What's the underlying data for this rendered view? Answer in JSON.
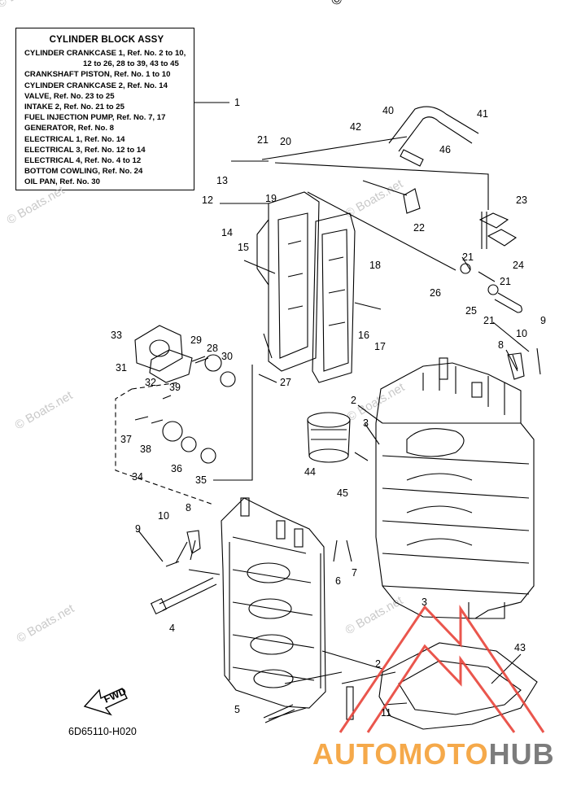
{
  "copyright": "© Bo",
  "watermark_text": "© Boats.net",
  "legend": {
    "title": "CYLINDER BLOCK ASSY",
    "lines": [
      "CYLINDER CRANKCASE 1,  Ref. No. 2 to 10,",
      "12 to 26, 28 to 39, 43 to 45",
      "CRANKSHAFT PISTON,  Ref. No. 1 to 10",
      "CYLINDER  CRANKCASE 2,  Ref. No. 14",
      "VALVE,  Ref. No. 23 to 25",
      "INTAKE 2,  Ref. No. 21 to 25",
      "FUEL INJECTION PUMP,  Ref. No. 7, 17",
      "GENERATOR,  Ref. No. 8",
      "ELECTRICAL 1,  Ref. No. 14",
      "ELECTRICAL 3,  Ref. No. 12 to 14",
      "ELECTRICAL 4,  Ref. No. 4 to 12",
      "BOTTOM COWLING,  Ref. No. 24",
      "OIL PAN,  Ref. No. 30"
    ]
  },
  "callouts": {
    "c1": "1",
    "c2a": "2",
    "c2b": "2",
    "c3a": "3",
    "c3b": "3",
    "c4": "4",
    "c5": "5",
    "c6": "6",
    "c7": "7",
    "c8a": "8",
    "c8b": "8",
    "c9a": "9",
    "c9b": "9",
    "c10a": "10",
    "c10b": "10",
    "c11": "11",
    "c12": "12",
    "c13": "13",
    "c14": "14",
    "c15": "15",
    "c16": "16",
    "c17": "17",
    "c18": "18",
    "c19": "19",
    "c20": "20",
    "c21a": "21",
    "c21b": "21",
    "c21c": "21",
    "c21d": "21",
    "c22": "22",
    "c23": "23",
    "c24": "24",
    "c25": "25",
    "c26": "26",
    "c27": "27",
    "c28": "28",
    "c29": "29",
    "c30": "30",
    "c31": "31",
    "c32": "32",
    "c33": "33",
    "c34": "34",
    "c35": "35",
    "c36": "36",
    "c37": "37",
    "c38": "38",
    "c39": "39",
    "c40": "40",
    "c41": "41",
    "c42": "42",
    "c43": "43",
    "c44": "44",
    "c45": "45",
    "c46": "46"
  },
  "fwd_label": "FWD",
  "part_code": "6D65110-H020",
  "brand": {
    "part1": "AUTOMOTO",
    "part2": "HUB",
    "color1": "#f5a94a",
    "color2": "#7c7c7c",
    "logo_color": "#e8443a"
  }
}
